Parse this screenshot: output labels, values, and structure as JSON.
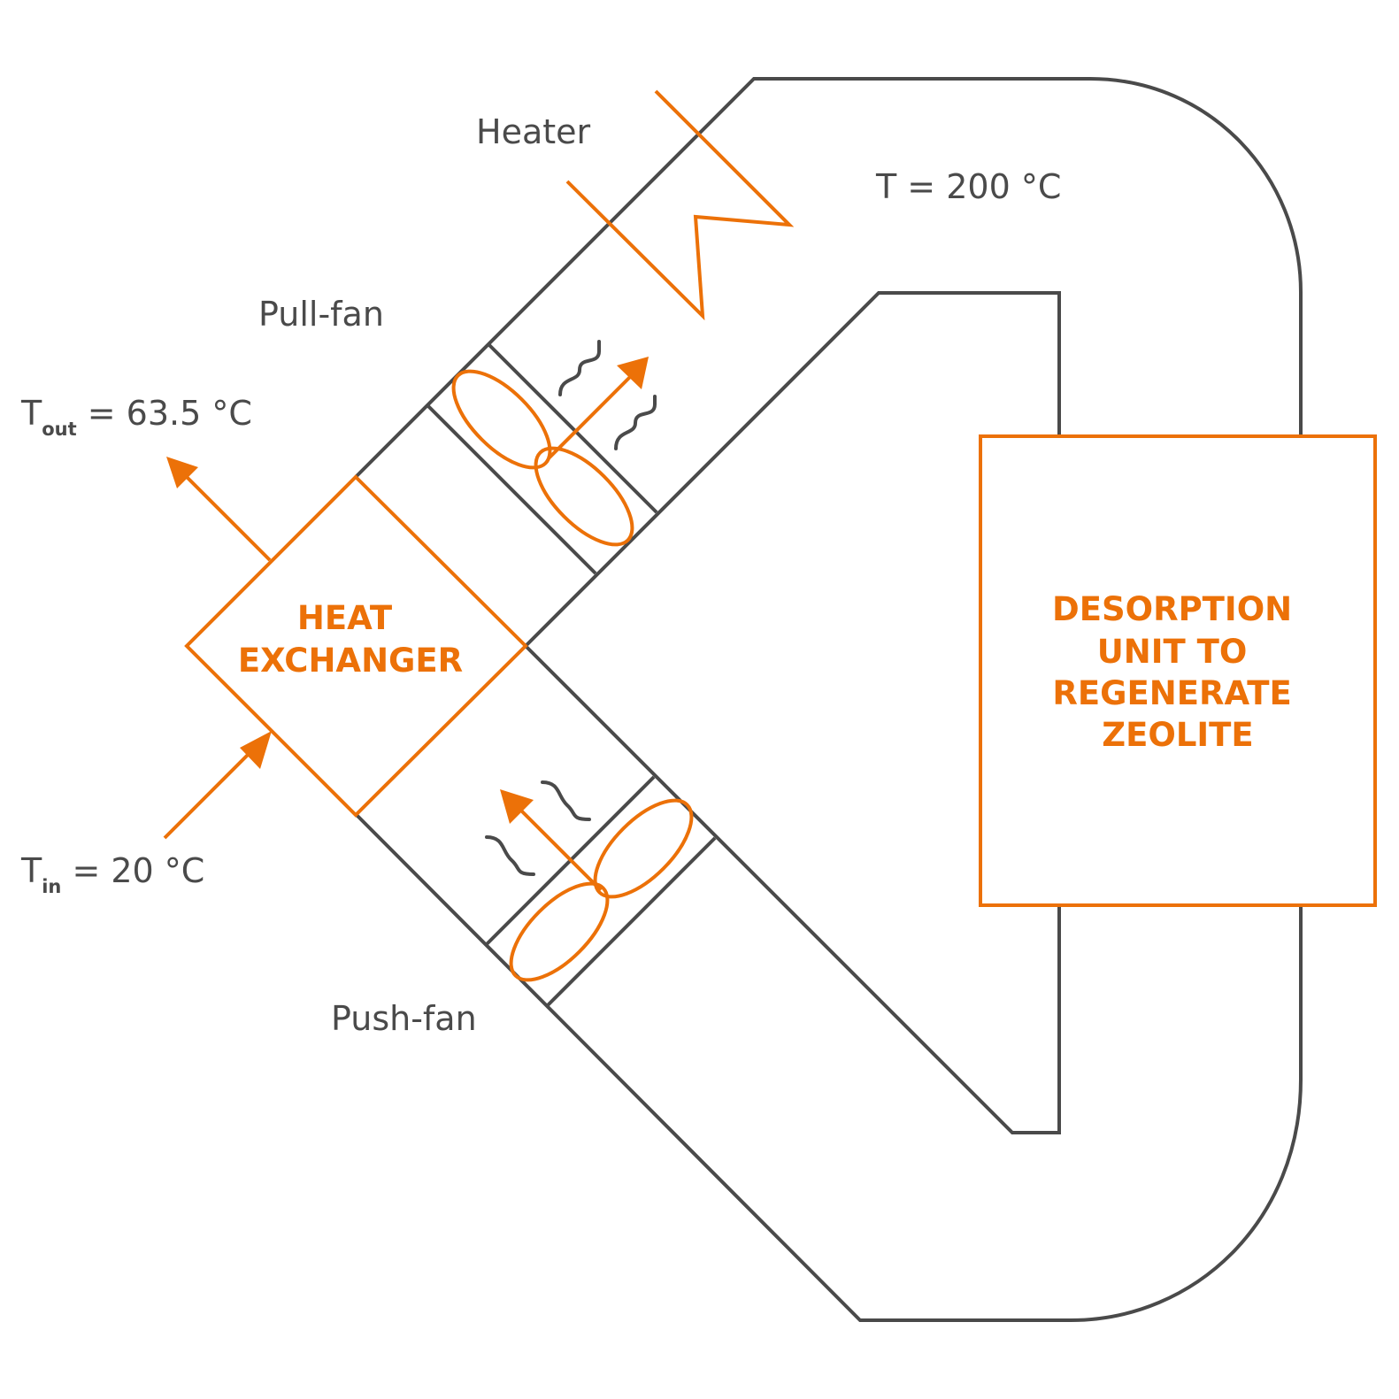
{
  "diagram": {
    "colors": {
      "accent": "#ec7108",
      "line": "#4a4a4a",
      "background": "#ffffff"
    },
    "labels": {
      "heater": "Heater",
      "pull_fan": "Pull-fan",
      "push_fan": "Push-fan",
      "loop_temperature": "T = 200 °C",
      "outlet_temperature": {
        "symbol": "T",
        "subscript": "out",
        "value": " = 63.5 °C"
      },
      "inlet_temperature": {
        "symbol": "T",
        "subscript": "in",
        "value": " = 20 °C"
      }
    },
    "heat_exchanger": {
      "lines": [
        "HEAT",
        "EXCHANGER"
      ]
    },
    "desorption_unit": {
      "lines": [
        "DESORPTION",
        "UNIT TO",
        "REGENERATE",
        "ZEOLITE"
      ]
    },
    "icons": [
      "heater-coil-icon",
      "fan-icon",
      "fan-icon",
      "heat-wave-icon",
      "airflow-arrow-icon"
    ]
  }
}
